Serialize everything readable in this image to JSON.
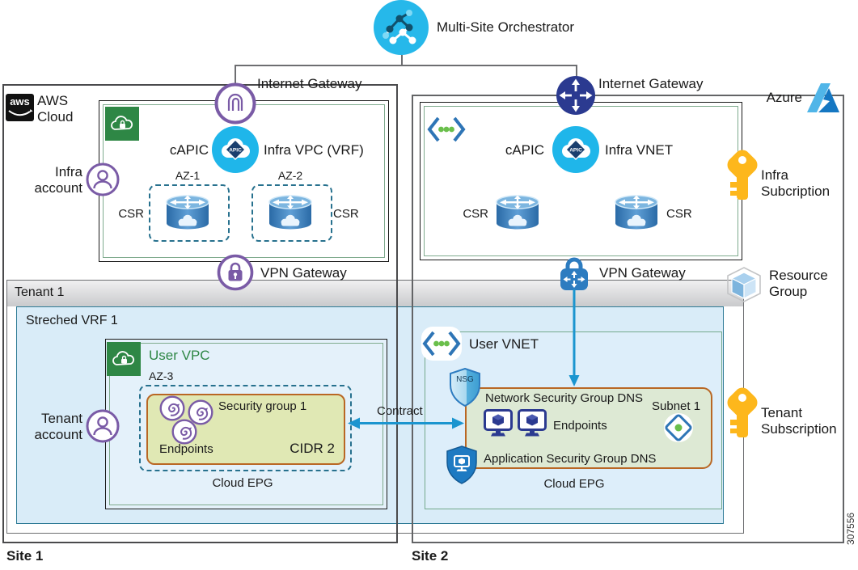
{
  "orchestrator": {
    "label": "Multi-Site Orchestrator"
  },
  "tenant": {
    "title": "Tenant 1",
    "vrf": "Streched VRF 1"
  },
  "contract_label": "Contract",
  "figure_number": "307556",
  "site1": {
    "name": "Site 1",
    "provider_line1": "AWS",
    "provider_line2": "Cloud",
    "aws_logo_text": "aws",
    "internet_gateway": "Internet Gateway",
    "vpn_gateway": "VPN Gateway",
    "infra_account_line1": "Infra",
    "infra_account_line2": "account",
    "tenant_account_line1": "Tenant",
    "tenant_account_line2": "account",
    "infra_vpc": {
      "capic": "cAPIC",
      "apic_badge": "APIC",
      "title": "Infra VPC (VRF)",
      "az1": "AZ-1",
      "az2": "AZ-2",
      "csr": "CSR"
    },
    "user_vpc": {
      "title": "User VPC",
      "az": "AZ-3",
      "security_group": "Security group 1",
      "endpoints": "Endpoints",
      "cidr": "CIDR 2",
      "cloud_epg": "Cloud EPG"
    }
  },
  "site2": {
    "name": "Site 2",
    "provider": "Azure",
    "internet_gateway": "Internet Gateway",
    "vpn_gateway": "VPN Gateway",
    "infra_subscription_line1": "Infra",
    "infra_subscription_line2": "Subcription",
    "resource_group_line1": "Resource",
    "resource_group_line2": "Group",
    "tenant_subscription_line1": "Tenant",
    "tenant_subscription_line2": "Subscription",
    "infra_vnet": {
      "capic": "cAPIC",
      "apic_badge": "APIC",
      "title": "Infra VNET",
      "csr": "CSR"
    },
    "user_vnet": {
      "title": "User VNET",
      "nsg_badge": "NSG",
      "network_sg": "Network Security Group DNS",
      "endpoints": "Endpoints",
      "subnet": "Subnet 1",
      "app_sg": "Application Security Group DNS",
      "cloud_epg": "Cloud EPG"
    }
  },
  "colors": {
    "cyan": "#26b8ea",
    "purple": "#7a5ba6",
    "navy": "#2b3a90",
    "aws_green": "#2e8745",
    "teal_border": "#2e7b96",
    "orange_border": "#b96724",
    "key_yellow": "#fdb71c",
    "azure_blue": "#1577c2",
    "arrow_blue": "#1b95cf",
    "csr_blue": "#2a6aa6"
  }
}
